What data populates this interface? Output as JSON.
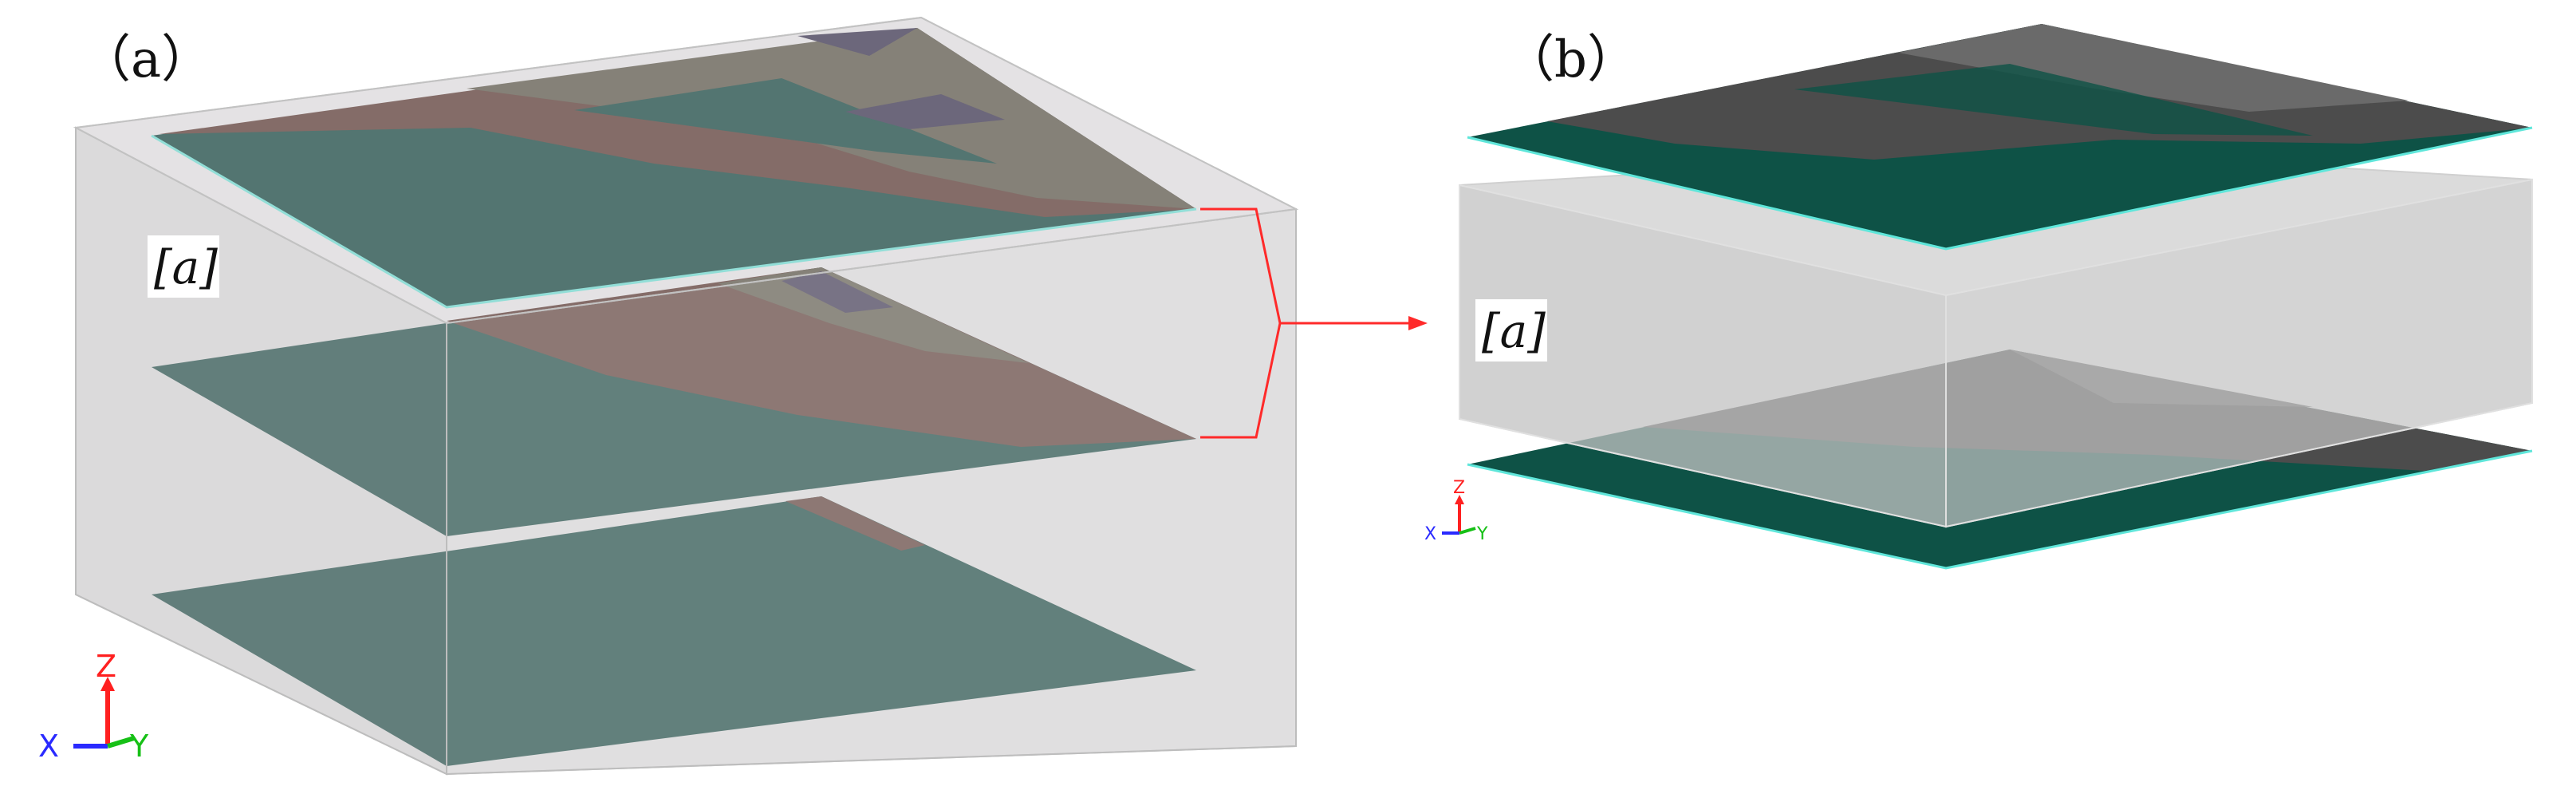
{
  "panel_a": {
    "label": "（a）",
    "box_label": "[a]"
  },
  "panel_b": {
    "label": "（b）",
    "box_label": "[a]"
  },
  "axis_triad": {
    "x": "X",
    "y": "Y",
    "z": "Z"
  },
  "colors": {
    "teal": "#2f5a55",
    "brown": "#6e4f49",
    "olive": "#6f6a5e",
    "purple": "#4f4862",
    "grey_dark": "#4c4c4c",
    "grey_mid": "#6a6a6a",
    "green_dark": "#0e5246",
    "glass": "#b9b9b9",
    "arrow": "#ff2a2a",
    "axis_x": "#2a2aff",
    "axis_y": "#16c016",
    "axis_z": "#ff2020"
  }
}
